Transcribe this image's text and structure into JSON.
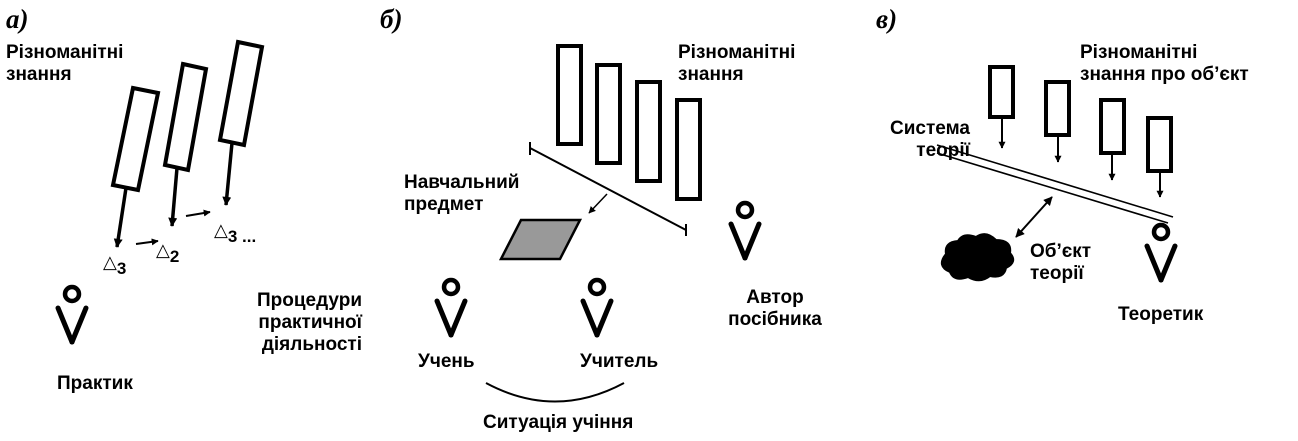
{
  "panels": {
    "a": {
      "letter": "а)",
      "knowledge_label": [
        "Різноманітні",
        "знання"
      ],
      "steps": [
        {
          "symbol": "△",
          "subscript": "3"
        },
        {
          "symbol": "△",
          "subscript": "2"
        },
        {
          "symbol": "△",
          "subscript": "3 ..."
        }
      ],
      "procedures_label": [
        "Процедури",
        "практичної",
        "діяльності"
      ],
      "actor_label": "Практик"
    },
    "b": {
      "letter": "б)",
      "knowledge_label": [
        "Різноманітні",
        "знання"
      ],
      "subject_label": [
        "Навчальний",
        "предмет"
      ],
      "author_label": [
        "Автор",
        "посібника"
      ],
      "student_label": "Учень",
      "teacher_label": "Учитель",
      "situation_label": "Ситуація учіння"
    },
    "c": {
      "letter": "в)",
      "knowledge_label": [
        "Різноманітні",
        "знання про об’єкт"
      ],
      "system_label": [
        "Система",
        "теорії"
      ],
      "object_label": [
        "Об’єкт",
        "теорії"
      ],
      "actor_label": "Теоретик"
    }
  },
  "colors": {
    "ink": "#000000",
    "subject_fill": "#999999",
    "cloud_fill": "#000000",
    "background": "#ffffff"
  }
}
